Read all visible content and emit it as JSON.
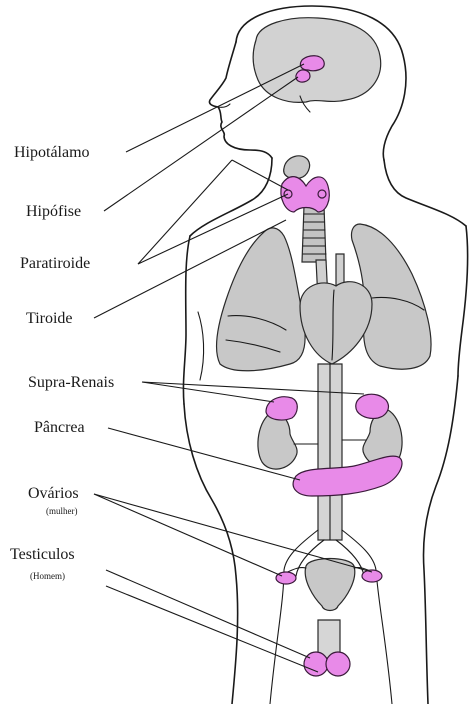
{
  "colors": {
    "organ_gray": "#c8c8c8",
    "gland_magenta": "#e88ae8",
    "outline": "#1a1a1a",
    "background": "#ffffff"
  },
  "labels": {
    "hipotalamo": "Hipotálamo",
    "hipofise": "Hipófise",
    "paratiroide": "Paratiroide",
    "tiroide": "Tiroide",
    "supra_renais": "Supra-Renais",
    "pancrea": "Pâncrea",
    "ovarios": "Ovários",
    "ovarios_sub": "(mulher)",
    "testiculos": "Testiculos",
    "testiculos_sub": "(Homem)"
  }
}
